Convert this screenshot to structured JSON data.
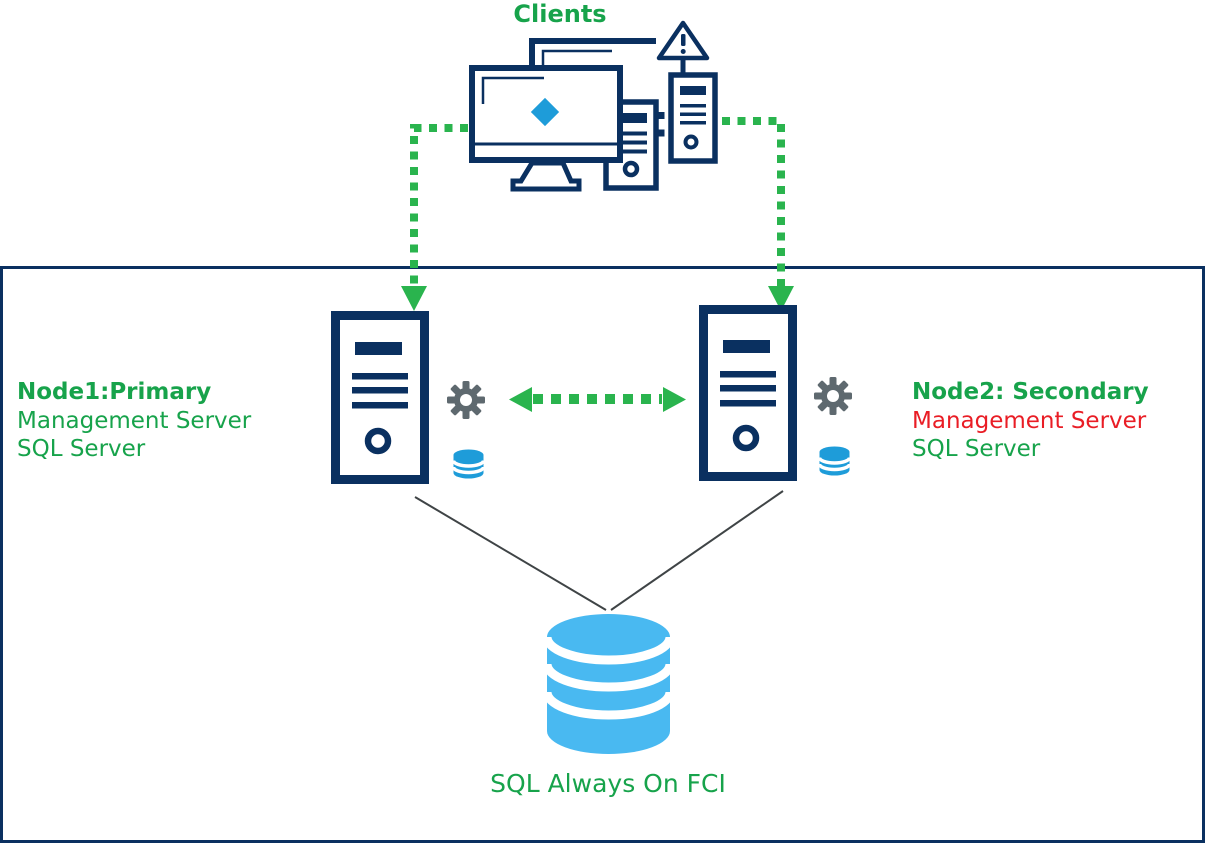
{
  "clients": {
    "label": "Clients"
  },
  "node1": {
    "title": "Node1:Primary",
    "service1": "Management Server",
    "service2": "SQL Server"
  },
  "node2": {
    "title": "Node2: Secondary",
    "service1": "Management Server",
    "service2": "SQL Server"
  },
  "storage": {
    "label": "SQL Always On FCI"
  },
  "colors": {
    "navy": "#0a3060",
    "green_text": "#17a34b",
    "green_arrow": "#2ab44e",
    "red": "#e91d25",
    "gear_gray": "#5e696f",
    "blue_accent": "#1e9cd9",
    "storage_cyan": "#49b9f1",
    "line_gray": "#3f4446"
  },
  "icons": {
    "clients_devices": "monitor-with-diamond, two-tower-pcs, warning-triangle",
    "node_server": "server-tower-outline",
    "node_gear": "gear",
    "node_database": "small-database-cylinder",
    "shared_storage": "large-database-cylinder",
    "connections": "green-dotted-arrows, thin-gray-lines"
  }
}
